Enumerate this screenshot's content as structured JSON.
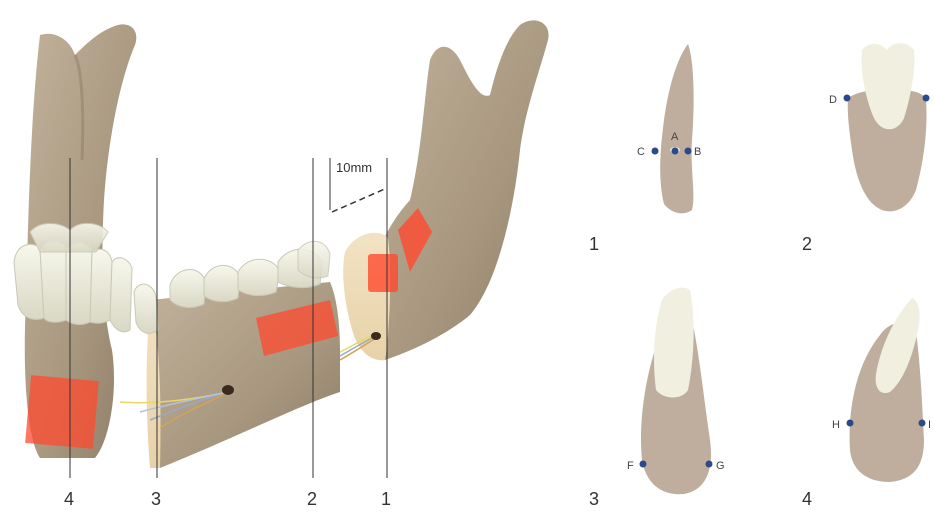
{
  "main_illustration": {
    "measurement": "10mm",
    "cut_labels": [
      "4",
      "3",
      "2",
      "1"
    ]
  },
  "sections": [
    {
      "number": "1",
      "points": [
        "A",
        "B",
        "C"
      ]
    },
    {
      "number": "2",
      "points": [
        "D"
      ]
    },
    {
      "number": "3",
      "points": [
        "F",
        "G"
      ]
    },
    {
      "number": "4",
      "points": [
        "H",
        "I"
      ]
    }
  ],
  "colors": {
    "bone": "#b3a28a",
    "bone_shadow": "#8e7d66",
    "tooth": "#eeeede",
    "section_fill": "#bfae9d",
    "point": "#2b4a8c",
    "highlight": "#ff4a2e",
    "line": "#333333"
  }
}
